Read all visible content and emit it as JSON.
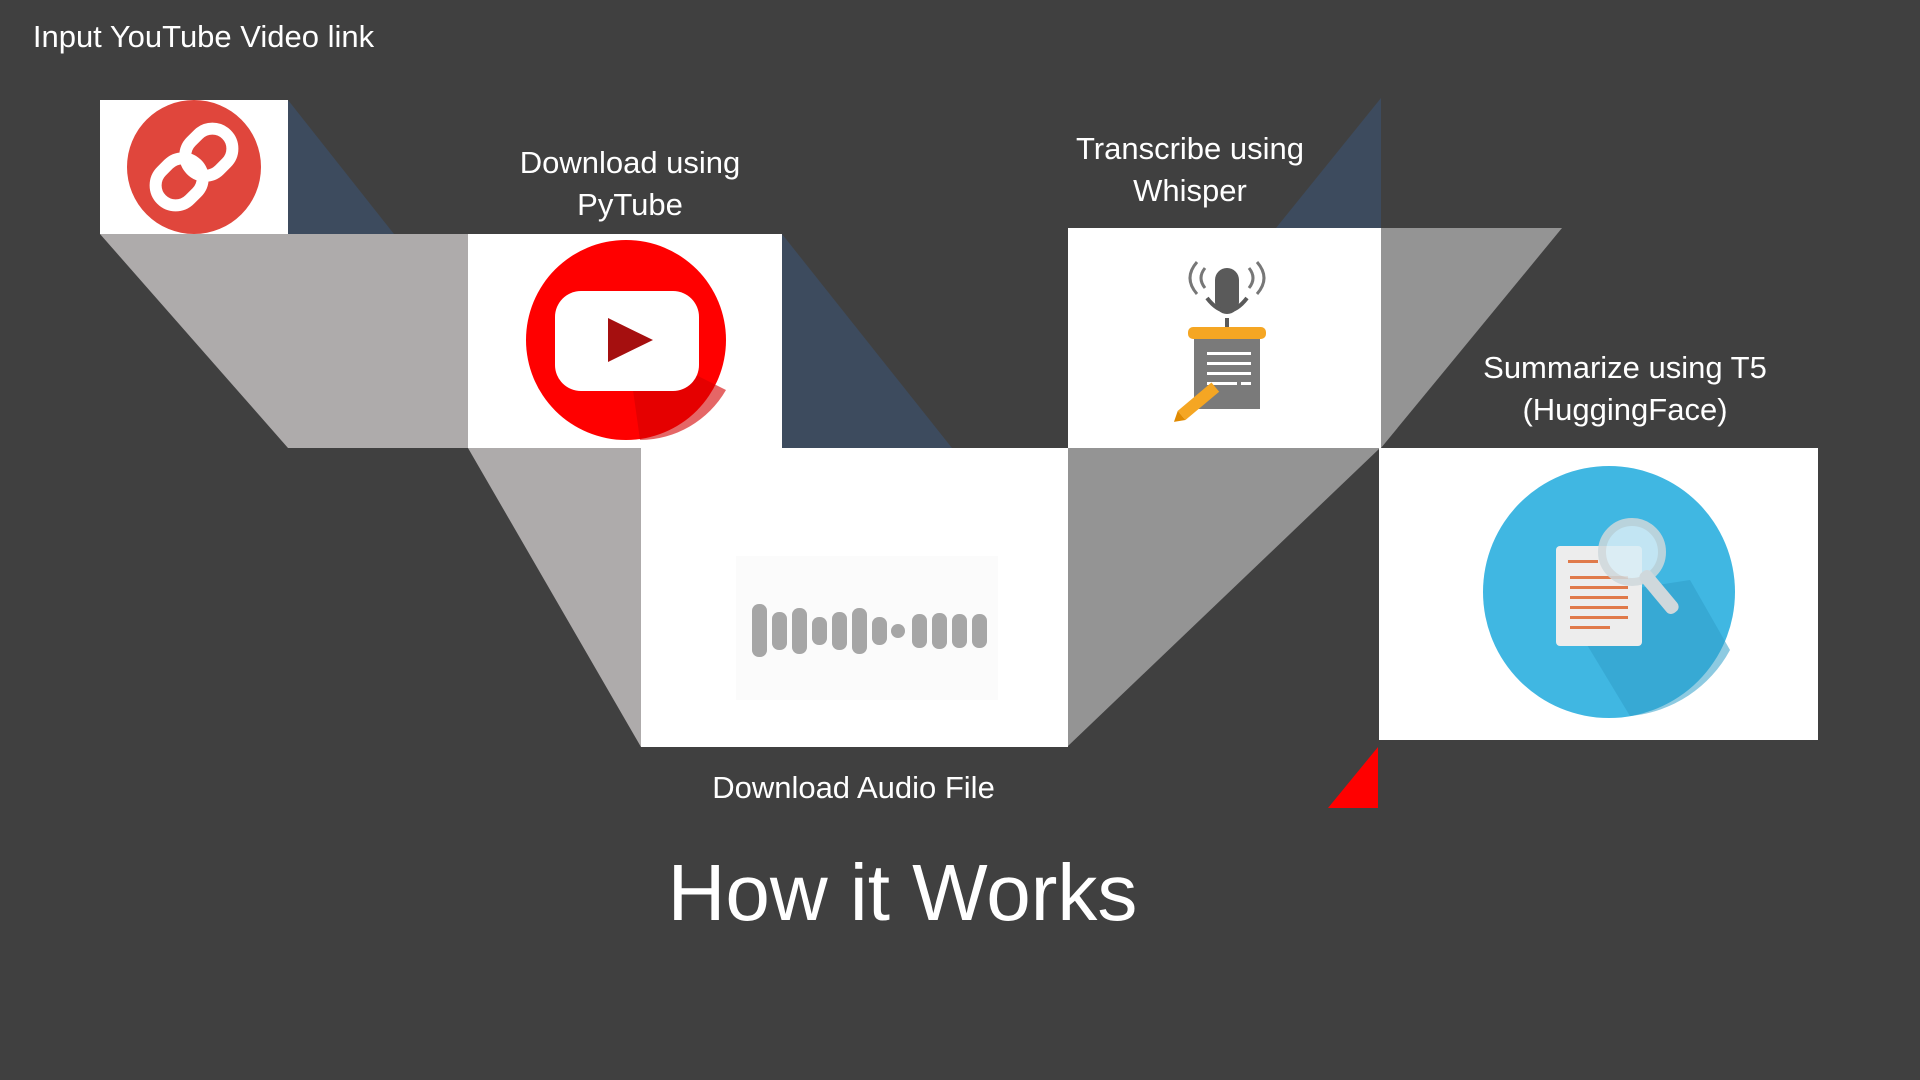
{
  "title": "How it Works",
  "steps": [
    {
      "label": "Input YouTube Video link",
      "icon": "link-icon"
    },
    {
      "label": "Download using PyTube",
      "icon": "youtube-play-icon"
    },
    {
      "label": "Download Audio File",
      "icon": "audio-waveform-icon"
    },
    {
      "label": "Transcribe using Whisper",
      "icon": "microphone-transcript-icon"
    },
    {
      "label": "Summarize using T5 (HuggingFace)",
      "icon": "document-search-icon"
    }
  ],
  "colors": {
    "background": "#404040",
    "card": "#ffffff",
    "light_gray": "#aeabab",
    "mid_gray": "#949494",
    "navy": "#3d4b5e",
    "accent_red": "#ff0000",
    "link_red": "#e0463c",
    "youtube_red": "#ff0000",
    "summary_blue": "#40b7e2"
  }
}
